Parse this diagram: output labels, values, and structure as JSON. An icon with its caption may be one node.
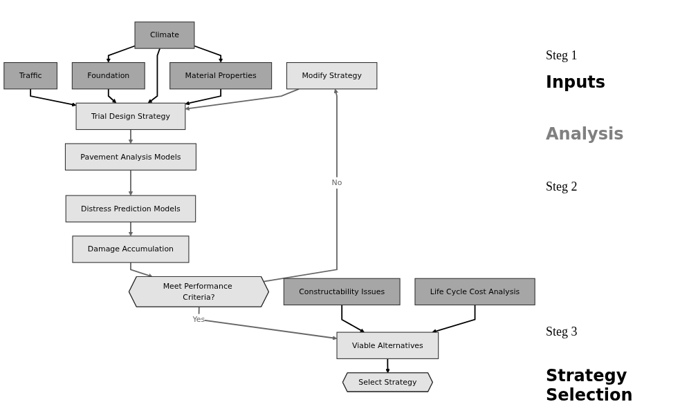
{
  "diagram": {
    "nodes": [
      {
        "text": [
          "Traffic"
        ]
      },
      {
        "text": [
          "Foundation"
        ]
      },
      {
        "text": [
          "Climate"
        ]
      },
      {
        "text": [
          "Material Properties"
        ]
      },
      {
        "text": [
          "Trial Design Strategy"
        ]
      },
      {
        "text": [
          "Modify Strategy"
        ]
      },
      {
        "text": [
          "Pavement Analysis Models"
        ]
      },
      {
        "text": [
          "Distress Prediction Models"
        ]
      },
      {
        "text": [
          "Damage Accumulation"
        ]
      },
      {
        "text": [
          "Meet Performance Criteria?"
        ]
      },
      {
        "text": [
          "Constructability Issues"
        ]
      },
      {
        "text": [
          "Viable Alternatives"
        ]
      },
      {
        "text": [
          "Life Cycle Cost Analysis"
        ]
      },
      {
        "text": [
          "Select Strategy"
        ]
      }
    ],
    "edges": [
      {
        "from": 2,
        "to": 1,
        "arrow": "to"
      },
      {
        "from": 2,
        "to": 3,
        "arrow": "to"
      },
      {
        "from": 0,
        "to": 4,
        "arrow": "to"
      },
      {
        "from": 1,
        "to": 4,
        "arrow": "to"
      },
      {
        "from": 2,
        "to": 4,
        "arrow": "to"
      },
      {
        "from": 3,
        "to": 4,
        "arrow": "to"
      },
      {
        "from": 5,
        "to": 4,
        "arrow": "to",
        "color": "#666666"
      },
      {
        "from": 4,
        "to": 6,
        "arrow": "to",
        "color": "#666666"
      },
      {
        "from": 6,
        "to": 7,
        "arrow": "to",
        "color": "#666666"
      },
      {
        "from": 7,
        "to": 8,
        "arrow": "to",
        "color": "#666666"
      },
      {
        "from": 8,
        "to": 9,
        "arrow": "to",
        "color": "#666666"
      },
      {
        "from": 9,
        "to": 5,
        "arrow": "to",
        "label": "No",
        "color": "#666666"
      },
      {
        "from": 9,
        "to": 11,
        "arrow": "to",
        "label": "Yes",
        "color": "#666666"
      },
      {
        "from": 10,
        "to": 11,
        "arrow": "to"
      },
      {
        "from": 12,
        "to": 11,
        "arrow": "to"
      },
      {
        "from": 11,
        "to": 13,
        "arrow": "to"
      }
    ],
    "labels": [
      "Steg 1",
      "Inputs",
      "Analysis",
      "Steg 2",
      "Steg 3",
      "Strategy Selection"
    ]
  }
}
